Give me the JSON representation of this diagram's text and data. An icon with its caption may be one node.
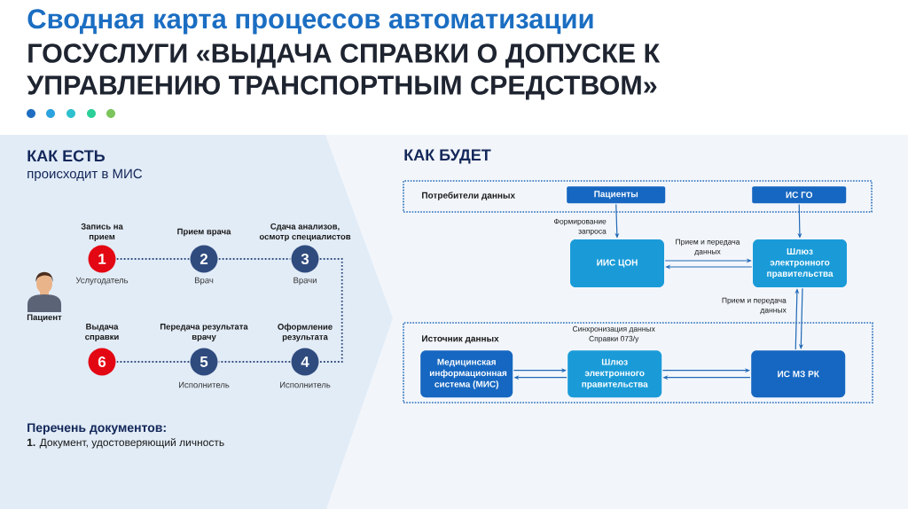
{
  "diagram": {
    "title": "Сводная карта процессов автоматизации",
    "nodes": [
      {
        "text": [
          "КАК ЕСТЬ",
          "происходит в МИС",
          "Перечень документов:",
          "**1.** Документ, удостоверяющий личность"
        ]
      },
      {
        "text": [
          "Пациент"
        ],
        "in": 0
      },
      {
        "text": [
          "1"
        ],
        "beside": [
          "Запись на прием",
          "Услугодатель"
        ],
        "in": 0
      },
      {
        "text": [
          "2"
        ],
        "beside": [
          "Прием врача",
          "Врач"
        ],
        "in": 0
      },
      {
        "text": [
          "3"
        ],
        "beside": [
          "Сдача анализов, осмотр специалистов",
          "Врачи"
        ],
        "in": 0
      },
      {
        "text": [
          "4"
        ],
        "beside": [
          "Оформление результата",
          "Исполнитель"
        ],
        "in": 0
      },
      {
        "text": [
          "5"
        ],
        "beside": [
          "Передача результата врачу",
          "Исполнитель"
        ],
        "in": 0
      },
      {
        "text": [
          "6"
        ],
        "beside": [
          "Выдача справки"
        ],
        "in": 0
      },
      {
        "text": [
          "Потребители данных"
        ]
      },
      {
        "text": [
          "Пациенты"
        ],
        "in": 8
      },
      {
        "text": [
          "ИС ГО"
        ],
        "in": 8
      },
      {
        "text": [
          "ИИС ЦОН"
        ]
      },
      {
        "text": [
          "Шлюз электронного правительства"
        ]
      },
      {
        "text": [
          "Источник данных"
        ]
      },
      {
        "text": [
          "Медицинская информационная система (МИС)"
        ],
        "in": 13
      },
      {
        "text": [
          "Шлюз электронного правительства"
        ],
        "beside": [
          "Синхронизация данных Справки 073/у"
        ],
        "in": 13
      },
      {
        "text": [
          "ИС МЗ РК"
        ],
        "in": 13
      }
    ],
    "edges": [
      {
        "from": 2,
        "to": 3,
        "arrow": "none",
        "style": "dashed",
        "color": "#2f4b7e"
      },
      {
        "from": 3,
        "to": 4,
        "arrow": "none",
        "style": "dashed",
        "color": "#2f4b7e"
      },
      {
        "from": 4,
        "to": 5,
        "arrow": "none",
        "style": "dashed",
        "color": "#2f4b7e"
      },
      {
        "from": 5,
        "to": 6,
        "arrow": "none",
        "style": "dashed",
        "color": "#2f4b7e"
      },
      {
        "from": 6,
        "to": 7,
        "arrow": "none",
        "style": "dashed",
        "color": "#2f4b7e"
      },
      {
        "from": 9,
        "to": 11,
        "arrow": "to",
        "label": "Формирование запроса"
      },
      {
        "from": 10,
        "to": 12,
        "arrow": "to"
      },
      {
        "from": 11,
        "to": 12,
        "arrow": "to",
        "label": "Прием и передача данных"
      },
      {
        "from": 12,
        "to": 11,
        "arrow": "to"
      },
      {
        "from": 16,
        "to": 12,
        "arrow": "to",
        "label": "Прием и передача данных"
      },
      {
        "from": 12,
        "to": 16,
        "arrow": "to"
      },
      {
        "from": 14,
        "to": 15,
        "arrow": "to"
      },
      {
        "from": 15,
        "to": 14,
        "arrow": "to"
      },
      {
        "from": 15,
        "to": 16,
        "arrow": "to"
      },
      {
        "from": 16,
        "to": 15,
        "arrow": "to"
      }
    ],
    "labels": [
      "ГОСУСЛУГИ «ВЫДАЧА СПРАВКИ О ДОПУСКЕ К УПРАВЛЕНИЮ ТРАНСПОРТНЫМ СРЕДСТВОМ»",
      "КАК БУДЕТ"
    ]
  }
}
